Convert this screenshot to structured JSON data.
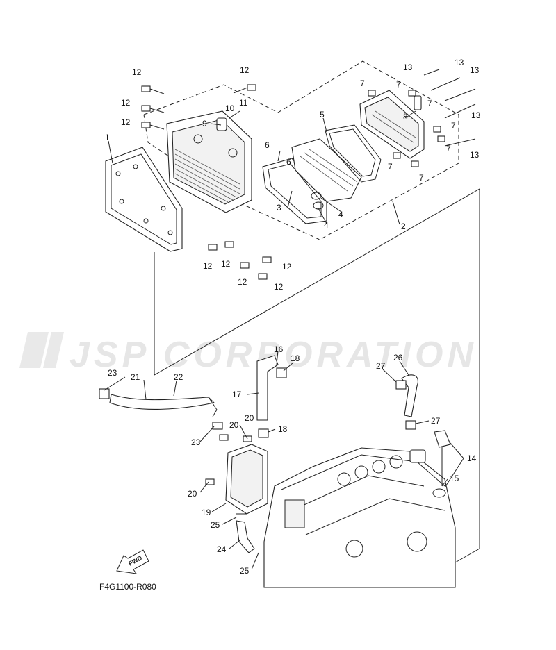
{
  "watermark": "JSP CORPORATION",
  "diagram_code": "F4G1100-R080",
  "fwd_label": "FWD",
  "callouts": {
    "c1": "1",
    "c2": "2",
    "c3": "3",
    "c4a": "4",
    "c4b": "4",
    "c5": "5",
    "c6a": "6",
    "c6b": "6",
    "c7a": "7",
    "c7b": "7",
    "c7c": "7",
    "c7d": "7",
    "c7e": "7",
    "c7f": "7",
    "c7g": "7",
    "c8": "8",
    "c9": "9",
    "c10": "10",
    "c11": "11",
    "c12a": "12",
    "c12b": "12",
    "c12c": "12",
    "c12d": "12",
    "c12e": "12",
    "c12f": "12",
    "c12g": "12",
    "c12h": "12",
    "c12i": "12",
    "c13a": "13",
    "c13b": "13",
    "c13c": "13",
    "c13d": "13",
    "c13e": "13",
    "c14": "14",
    "c15": "15",
    "c16": "16",
    "c17": "17",
    "c18a": "18",
    "c18b": "18",
    "c19": "19",
    "c20a": "20",
    "c20b": "20",
    "c20c": "20",
    "c21": "21",
    "c22": "22",
    "c23a": "23",
    "c23b": "23",
    "c24": "24",
    "c25a": "25",
    "c25b": "25",
    "c26": "26",
    "c27a": "27",
    "c27b": "27"
  }
}
